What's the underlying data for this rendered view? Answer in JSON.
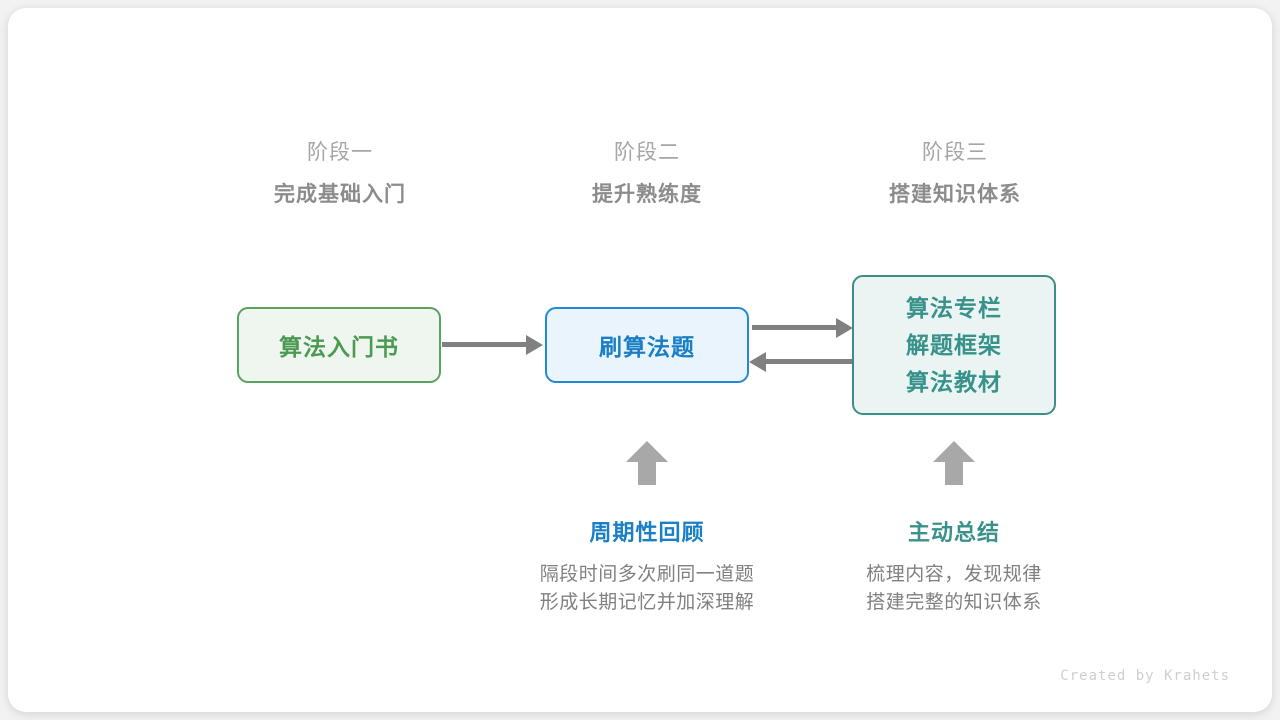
{
  "canvas": {
    "background": "#f2f2f2",
    "card_background": "#ffffff"
  },
  "stages": [
    {
      "number": "阶段一",
      "title": "完成基础入门"
    },
    {
      "number": "阶段二",
      "title": "提升熟练度"
    },
    {
      "number": "阶段三",
      "title": "搭建知识体系"
    }
  ],
  "nodes": {
    "book": {
      "label": "算法入门书",
      "color": "#4c9a52",
      "background": "#eef6ef",
      "border": "#5aa35f"
    },
    "practice": {
      "label": "刷算法题",
      "color": "#1a7fc4",
      "background": "#eaf4fd",
      "border": "#2189d6"
    },
    "resources": {
      "lines": [
        "算法专栏",
        "解题框架",
        "算法教材"
      ],
      "color": "#38918a",
      "background": "#eaf5f3",
      "border": "#3d8e86"
    }
  },
  "arrows": {
    "color": "#808080",
    "book_to_practice": "right",
    "practice_to_resources": "right",
    "resources_to_practice": "left",
    "up_to_practice": "up",
    "up_to_resources": "up"
  },
  "notes": [
    {
      "title": "周期性回顾",
      "color": "#1a7fc4",
      "desc_line1": "隔段时间多次刷同一道题",
      "desc_line2": "形成长期记忆并加深理解"
    },
    {
      "title": "主动总结",
      "color": "#38918a",
      "desc_line1": "梳理内容，发现规律",
      "desc_line2": "搭建完整的知识体系"
    }
  ],
  "watermark": "Created by Krahets"
}
